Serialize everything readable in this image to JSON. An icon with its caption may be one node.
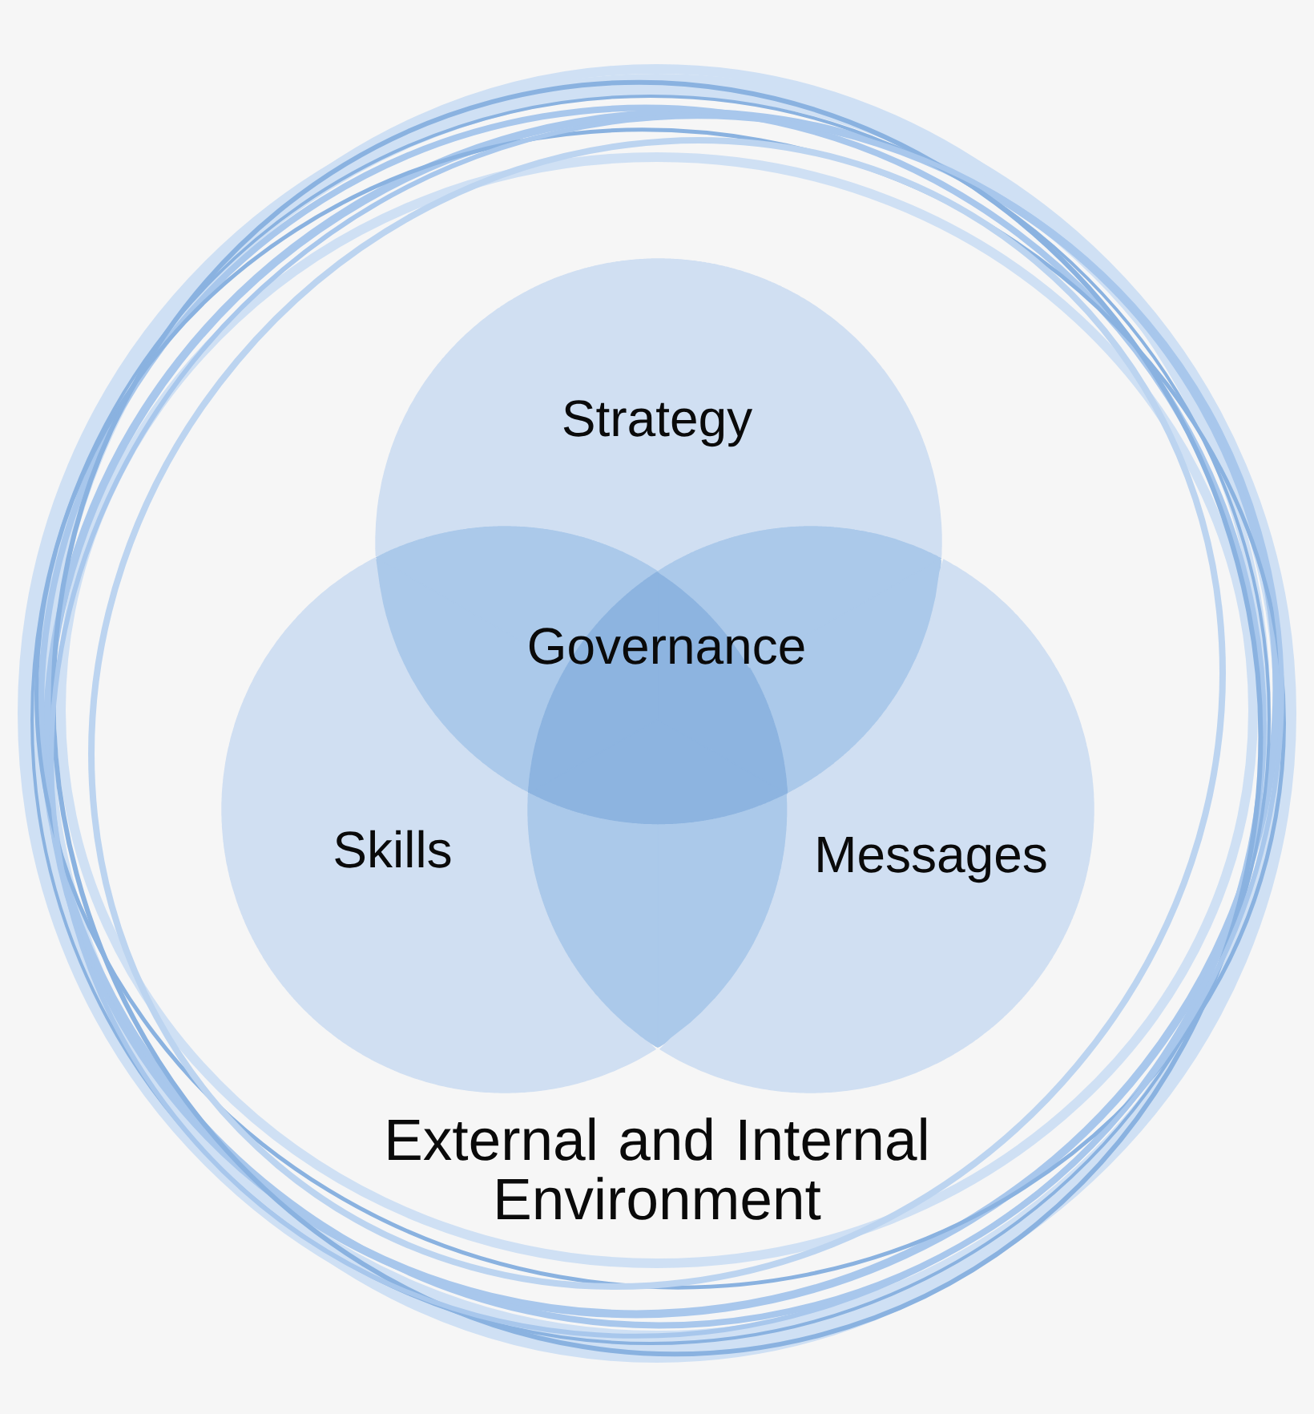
{
  "diagram": {
    "nodes": [
      {
        "text": [
          "External and Internal Environment"
        ]
      },
      {
        "text": [
          "Strategy"
        ],
        "in": 0
      },
      {
        "text": [
          "Skills"
        ],
        "in": 0
      },
      {
        "text": [
          "Messages"
        ],
        "in": 0
      }
    ],
    "labels": [
      "Governance"
    ]
  }
}
